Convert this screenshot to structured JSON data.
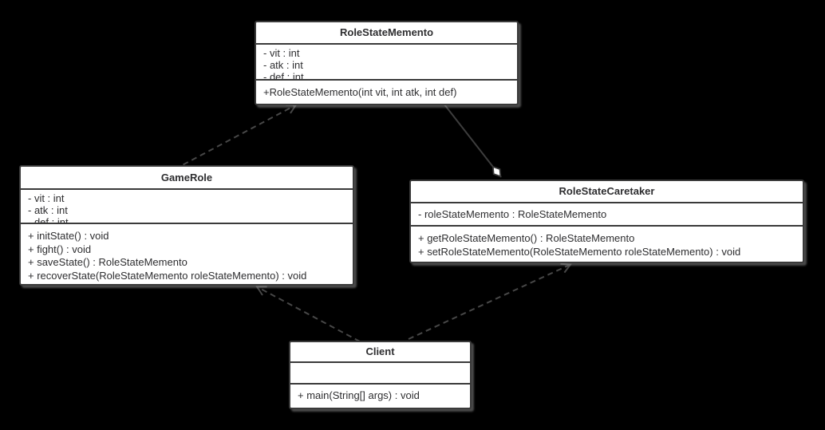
{
  "diagram": {
    "kind": "uml-class-diagram",
    "background_color": "#000000",
    "box_fill": "#ffffff",
    "box_border_color": "#3a3a3a",
    "text_color": "#2e2e30",
    "connector_color": "#474747"
  },
  "classes": {
    "roleStateMemento": {
      "name": "RoleStateMemento",
      "attributes": [
        "- vit : int",
        "- atk : int",
        "- def : int"
      ],
      "methods": [
        "+RoleStateMemento(int vit, int atk, int def)"
      ]
    },
    "gameRole": {
      "name": "GameRole",
      "attributes": [
        "- vit : int",
        "- atk : int",
        "- def : int"
      ],
      "methods": [
        "+ initState() : void",
        "+ fight() : void",
        "+ saveState() : RoleStateMemento",
        "+ recoverState(RoleStateMemento roleStateMemento) : void"
      ]
    },
    "roleStateCaretaker": {
      "name": "RoleStateCaretaker",
      "attributes": [
        "- roleStateMemento : RoleStateMemento"
      ],
      "methods": [
        "+ getRoleStateMemento() : RoleStateMemento",
        "+ setRoleStateMemento(RoleStateMemento roleStateMemento) : void"
      ]
    },
    "client": {
      "name": "Client",
      "attributes": [],
      "methods": [
        "+ main(String[] args) : void"
      ]
    }
  },
  "relationships": [
    {
      "from": "GameRole",
      "to": "RoleStateMemento",
      "type": "dependency",
      "line_style": "dashed",
      "arrowhead": "open"
    },
    {
      "owner": "RoleStateCaretaker",
      "part": "RoleStateMemento",
      "type": "aggregation",
      "line_style": "solid",
      "arrowhead": "hollow-diamond"
    },
    {
      "from": "Client",
      "to": "GameRole",
      "type": "dependency",
      "line_style": "dashed",
      "arrowhead": "open"
    },
    {
      "from": "Client",
      "to": "RoleStateCaretaker",
      "type": "dependency",
      "line_style": "dashed",
      "arrowhead": "open"
    }
  ]
}
